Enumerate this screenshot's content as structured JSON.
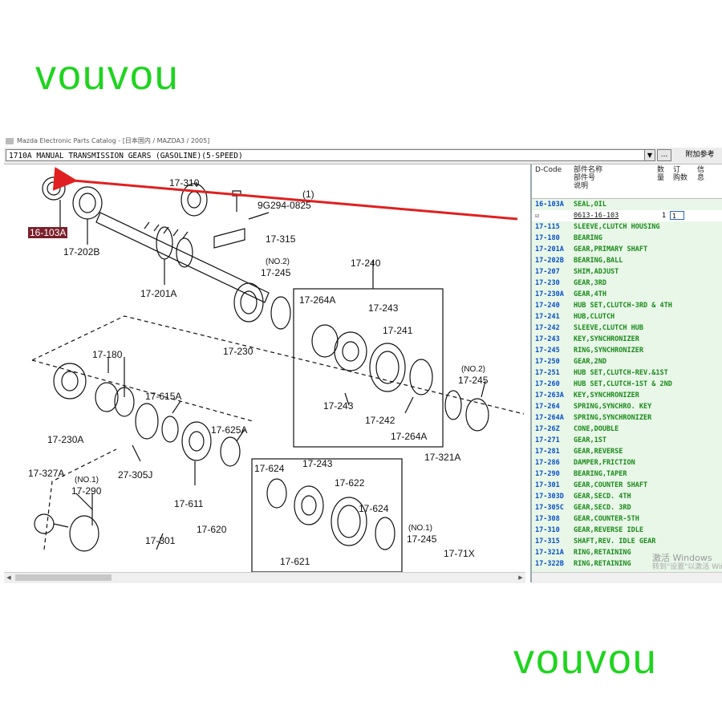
{
  "watermark": {
    "text": "vouvou"
  },
  "window": {
    "title": "Mazda Electronic Parts Catalog - [日本国内 / MAZDA3 / 2005]"
  },
  "toolbar": {
    "selection": "1710A  MANUAL TRANSMISSION GEARS (GASOLINE)(5-SPEED)",
    "more_button": "...",
    "add_ref_button": "附加参考"
  },
  "panel": {
    "headers": {
      "dcode": "D-Code",
      "part_name": "部件名称\n部件号\n说明",
      "qty": "数\n量",
      "order": "订\n购数",
      "info": "信\n息"
    },
    "selected_sub": {
      "part_no": "0613-16-103",
      "qty": "1",
      "order": "1"
    },
    "rows": [
      {
        "code": "16-103A",
        "name": "SEAL,OIL"
      },
      {
        "code": "17-115",
        "name": "SLEEVE,CLUTCH HOUSING"
      },
      {
        "code": "17-180",
        "name": "BEARING"
      },
      {
        "code": "17-201A",
        "name": "GEAR,PRIMARY SHAFT"
      },
      {
        "code": "17-202B",
        "name": "BEARING,BALL"
      },
      {
        "code": "17-207",
        "name": "SHIM,ADJUST"
      },
      {
        "code": "17-230",
        "name": "GEAR,3RD"
      },
      {
        "code": "17-230A",
        "name": "GEAR,4TH"
      },
      {
        "code": "17-240",
        "name": "HUB SET,CLUTCH-3RD & 4TH"
      },
      {
        "code": "17-241",
        "name": "HUB,CLUTCH"
      },
      {
        "code": "17-242",
        "name": "SLEEVE,CLUTCH HUB"
      },
      {
        "code": "17-243",
        "name": "KEY,SYNCHRONIZER"
      },
      {
        "code": "17-245",
        "name": "RING,SYNCHRONIZER"
      },
      {
        "code": "17-250",
        "name": "GEAR,2ND"
      },
      {
        "code": "17-251",
        "name": "HUB SET,CLUTCH-REV.&1ST"
      },
      {
        "code": "17-260",
        "name": "HUB SET,CLUTCH-1ST & 2ND"
      },
      {
        "code": "17-263A",
        "name": "KEY,SYNCHRONIZER"
      },
      {
        "code": "17-264",
        "name": "SPRING,SYNCHRO. KEY"
      },
      {
        "code": "17-264A",
        "name": "SPRING,SYNCHRONIZER"
      },
      {
        "code": "17-26Z",
        "name": "CONE,DOUBLE"
      },
      {
        "code": "17-271",
        "name": "GEAR,1ST"
      },
      {
        "code": "17-281",
        "name": "GEAR,REVERSE"
      },
      {
        "code": "17-286",
        "name": "DAMPER,FRICTION"
      },
      {
        "code": "17-290",
        "name": "BEARING,TAPER"
      },
      {
        "code": "17-301",
        "name": "GEAR,COUNTER SHAFT"
      },
      {
        "code": "17-303D",
        "name": "GEAR,SECD. 4TH"
      },
      {
        "code": "17-305C",
        "name": "GEAR,SECD. 3RD"
      },
      {
        "code": "17-308",
        "name": "GEAR,COUNTER-5TH"
      },
      {
        "code": "17-310",
        "name": "GEAR,REVERSE IDLE"
      },
      {
        "code": "17-315",
        "name": "SHAFT,REV. IDLE GEAR"
      },
      {
        "code": "17-321A",
        "name": "RING,RETAINING"
      },
      {
        "code": "17-322B",
        "name": "RING,RETAINING"
      }
    ],
    "os_overlay": {
      "line1": "激活 Windows",
      "line2": "转到\"设置\"以激活 Windo"
    }
  },
  "diagram": {
    "labels": {
      "l16_103A": "16-103A",
      "l17_202B": "17-202B",
      "l17_201A": "17-201A",
      "l17_310": "17-310",
      "l9G294": "9G294-0825",
      "l1": "(1)",
      "l17_315": "17-315",
      "lno2a": "(NO.2)",
      "l17_245a": "17-245",
      "l17_240": "17-240",
      "l17_264A": "17-264A",
      "l17_243a": "17-243",
      "l17_241": "17-241",
      "l17_230": "17-230",
      "l17_180": "17-180",
      "l17_615A": "17-615A",
      "l17_230A": "17-230A",
      "l27_305J": "27-305J",
      "l17_243b": "17-243",
      "l17_242": "17-242",
      "l17_264Ab": "17-264A",
      "lno2b": "(NO.2)",
      "l17_245b": "17-245",
      "l17_321A": "17-321A",
      "l17_625A": "17-625A",
      "l17_327A": "17-327A",
      "lno1a": "(NO.1)",
      "l17_290": "17-290",
      "l17_611": "17-611",
      "l17_624a": "17-624",
      "l17_243c": "17-243",
      "l17_622": "17-622",
      "l17_624b": "17-624",
      "l17_620": "17-620",
      "l17_301": "17-301",
      "l17_621": "17-621",
      "lno1b": "(NO.1)",
      "l17_245c": "17-245",
      "l17_71X": "17-71X"
    }
  },
  "colors": {
    "watermark": "#1fd41f",
    "code": "#0a4fc9",
    "name": "#1a8a1a",
    "panel_bg": "#e8f7e8",
    "arrow": "#e02020",
    "highlight": "#7b1f2a"
  }
}
